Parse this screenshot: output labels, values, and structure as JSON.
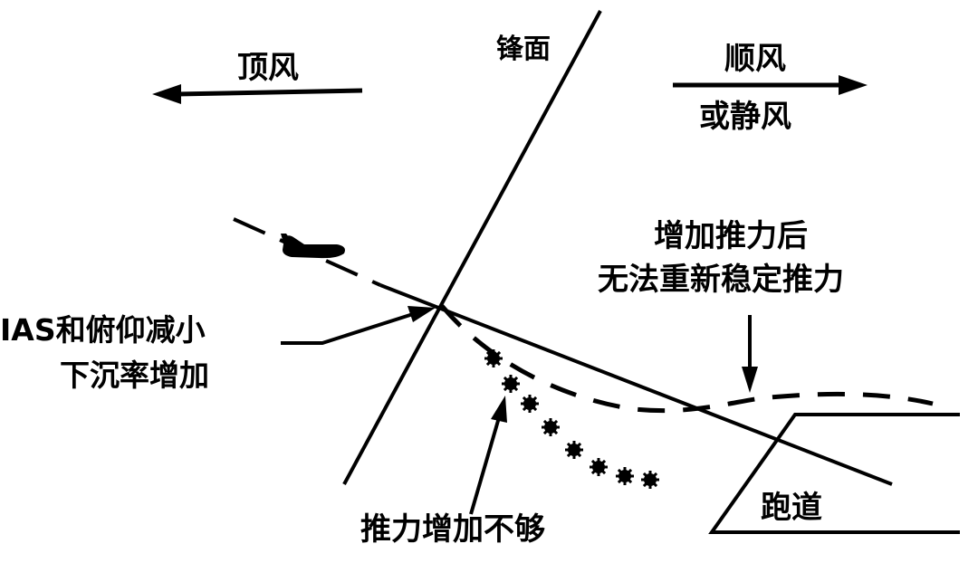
{
  "labels": {
    "headwind": "顶风",
    "front": "锋面",
    "tailwind_line1": "顺风",
    "tailwind_line2": "或静风",
    "thrust_ok_line1": "增加推力后",
    "thrust_ok_line2": "无法重新稳定推力",
    "ias_line1": "IAS和俯仰减小",
    "ias_line2": "下沉率增加",
    "thrust_low": "推力增加不够",
    "runway": "跑道"
  },
  "colors": {
    "ink": "#000000",
    "background": "#ffffff"
  },
  "icons": {
    "aircraft": "airplane-silhouette-icon"
  }
}
